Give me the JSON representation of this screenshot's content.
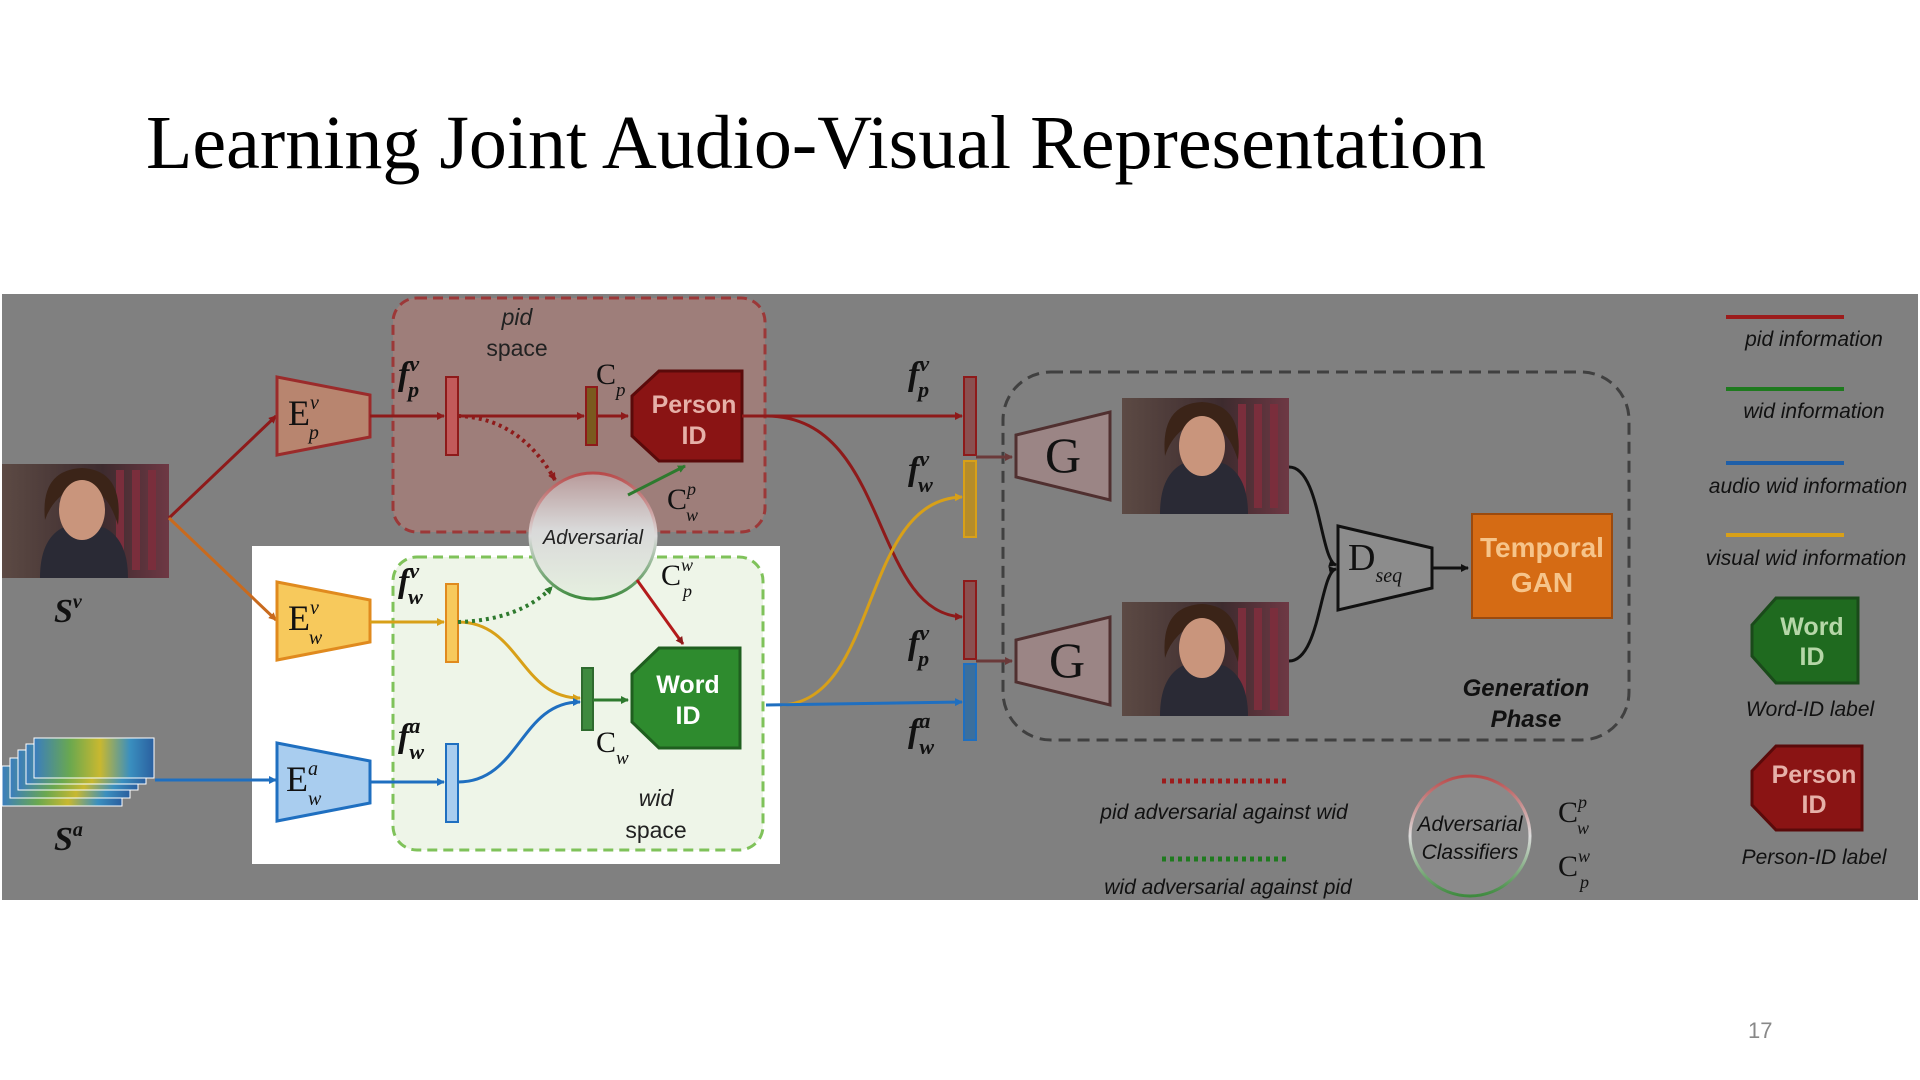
{
  "title": "Learning Joint Audio-Visual Representation",
  "page_number": "17",
  "colors": {
    "pid": "#b31b1b",
    "wid": "#2e8b2e",
    "audio_wid": "#1f6fc0",
    "visual_wid": "#e3ac1c",
    "panel_gray": "#808080",
    "orange": "#e8821e"
  },
  "diagram": {
    "inputs": {
      "visual": "S",
      "visual_sup": "v",
      "audio": "S",
      "audio_sup": "a"
    },
    "encoders": {
      "ep": {
        "base": "E",
        "sup": "v",
        "sub": "p"
      },
      "ewv": {
        "base": "E",
        "sup": "v",
        "sub": "w"
      },
      "ewa": {
        "base": "E",
        "sup": "a",
        "sub": "w"
      }
    },
    "features": {
      "fp": {
        "base": "f",
        "sup": "v",
        "sub": "p"
      },
      "fwv": {
        "base": "f",
        "sup": "v",
        "sub": "w"
      },
      "fwa": {
        "base": "f",
        "sup": "a",
        "sub": "w"
      }
    },
    "pid_space": {
      "line1": "pid",
      "line2": "space"
    },
    "wid_space": {
      "line1": "wid",
      "line2": "space"
    },
    "classifiers": {
      "cp": {
        "base": "C",
        "sub": "p"
      },
      "cw": {
        "base": "C",
        "sub": "w"
      },
      "cwp": {
        "base": "C",
        "sup": "p",
        "sub": "w"
      },
      "cpw": {
        "base": "C",
        "sup": "w",
        "sub": "p"
      }
    },
    "adversarial_label": "Adversarial",
    "person_id": {
      "line1": "Person",
      "line2": "ID"
    },
    "word_id": {
      "line1": "Word",
      "line2": "ID"
    },
    "generator": "G",
    "dseq": {
      "base": "D",
      "sub": "seq"
    },
    "temporal_gan": {
      "line1": "Temporal",
      "line2": "GAN"
    },
    "generation_phase": {
      "line1": "Generation",
      "line2": "Phase"
    },
    "legend": {
      "pid_info": "pid information",
      "wid_info": "wid information",
      "audio_wid_info": "audio wid information",
      "visual_wid_info": "visual wid information",
      "word_id_label": "Word-ID label",
      "person_id_label": "Person-ID label",
      "pid_adv": "pid adversarial against wid",
      "wid_adv": "wid adversarial against pid",
      "adv_classifiers": {
        "line1": "Adversarial",
        "line2": "Classifiers"
      }
    }
  }
}
